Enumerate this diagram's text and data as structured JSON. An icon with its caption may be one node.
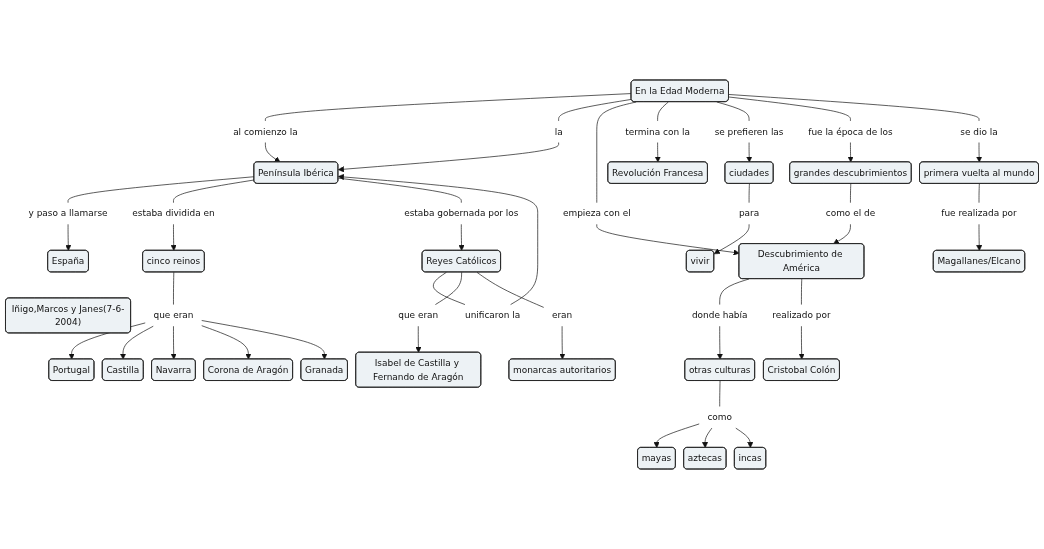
{
  "diagram": {
    "nodes": [
      {
        "text": [
          "En la Edad Moderna"
        ]
      },
      {
        "text": [
          "se prefieren las"
        ]
      },
      {
        "text": [
          "al comienzo la"
        ]
      },
      {
        "text": [
          "fue la época de los"
        ]
      },
      {
        "text": [
          "ciudades"
        ]
      },
      {
        "text": [
          "empieza con el"
        ]
      },
      {
        "text": [
          "para"
        ]
      },
      {
        "text": [
          "Península Ibérica"
        ]
      },
      {
        "text": [
          "vivir"
        ]
      },
      {
        "text": [
          "se dio la"
        ]
      },
      {
        "text": [
          "la"
        ]
      },
      {
        "text": [
          "termina con la"
        ]
      },
      {
        "text": [
          "grandes descubrimientos"
        ]
      },
      {
        "text": [
          "y paso a llamarse"
        ]
      },
      {
        "text": [
          "unificaron la"
        ]
      },
      {
        "text": [
          "como el de"
        ]
      },
      {
        "text": [
          "Descubrimiento de América"
        ]
      },
      {
        "text": [
          "estaba dividida en"
        ]
      },
      {
        "text": [
          "España"
        ]
      },
      {
        "text": [
          "primera vuelta al mundo"
        ]
      },
      {
        "text": [
          "Revolución Francesa"
        ]
      },
      {
        "text": [
          "estaba gobernada por los"
        ]
      },
      {
        "text": [
          "cinco reinos"
        ]
      },
      {
        "text": [
          "donde había"
        ]
      },
      {
        "text": [
          "fue realizada por"
        ]
      },
      {
        "text": [
          "que eran"
        ]
      },
      {
        "text": [
          "Portugal"
        ]
      },
      {
        "text": [
          "otras culturas"
        ]
      },
      {
        "text": [
          "Reyes Católicos"
        ]
      },
      {
        "text": [
          "Castilla"
        ]
      },
      {
        "text": [
          "Granada"
        ]
      },
      {
        "text": [
          "como"
        ]
      },
      {
        "text": [
          "Magallanes/Elcano"
        ]
      },
      {
        "text": [
          "eran"
        ]
      },
      {
        "text": [
          "que eran"
        ]
      },
      {
        "text": [
          "Corona de Aragón"
        ]
      },
      {
        "text": [
          "monarcas autoritarios"
        ]
      },
      {
        "text": [
          "Navarra"
        ]
      },
      {
        "text": [
          "mayas"
        ]
      },
      {
        "text": [
          "aztecas"
        ]
      },
      {
        "text": [
          "incas"
        ]
      },
      {
        "text": [
          "Isabel de Castilla y Fernando de Aragón"
        ]
      },
      {
        "text": [
          "realizado por"
        ]
      },
      {
        "text": [
          "Cristobal Colón"
        ]
      },
      {
        "text": [
          "Iñigo,Marcos y Janes(7-6-2004)"
        ]
      }
    ],
    "edges": [
      {
        "from": 0,
        "to": 2,
        "arrow": "none"
      },
      {
        "from": 2,
        "to": 7,
        "arrow": "to"
      },
      {
        "from": 0,
        "to": 10,
        "arrow": "none"
      },
      {
        "from": 10,
        "to": 7,
        "arrow": "to"
      },
      {
        "from": 0,
        "to": 5,
        "arrow": "none"
      },
      {
        "from": 5,
        "to": 16,
        "arrow": "to"
      },
      {
        "from": 0,
        "to": 11,
        "arrow": "none"
      },
      {
        "from": 11,
        "to": 20,
        "arrow": "to"
      },
      {
        "from": 0,
        "to": 1,
        "arrow": "none"
      },
      {
        "from": 1,
        "to": 4,
        "arrow": "to"
      },
      {
        "from": 0,
        "to": 3,
        "arrow": "none"
      },
      {
        "from": 3,
        "to": 12,
        "arrow": "to"
      },
      {
        "from": 0,
        "to": 9,
        "arrow": "none"
      },
      {
        "from": 9,
        "to": 19,
        "arrow": "to"
      },
      {
        "from": 4,
        "to": 6,
        "arrow": "none"
      },
      {
        "from": 6,
        "to": 8,
        "arrow": "to"
      },
      {
        "from": 7,
        "to": 13,
        "arrow": "none"
      },
      {
        "from": 13,
        "to": 18,
        "arrow": "to"
      },
      {
        "from": 7,
        "to": 17,
        "arrow": "none"
      },
      {
        "from": 17,
        "to": 22,
        "arrow": "to"
      },
      {
        "from": 7,
        "to": 21,
        "arrow": "none"
      },
      {
        "from": 21,
        "to": 28,
        "arrow": "to"
      },
      {
        "from": 28,
        "to": 14,
        "arrow": "none"
      },
      {
        "from": 14,
        "to": 7,
        "arrow": "to"
      },
      {
        "from": 12,
        "to": 15,
        "arrow": "none"
      },
      {
        "from": 15,
        "to": 16,
        "arrow": "to"
      },
      {
        "from": 16,
        "to": 23,
        "arrow": "none"
      },
      {
        "from": 23,
        "to": 27,
        "arrow": "to"
      },
      {
        "from": 16,
        "to": 42,
        "arrow": "none"
      },
      {
        "from": 42,
        "to": 43,
        "arrow": "to"
      },
      {
        "from": 22,
        "to": 25,
        "arrow": "none"
      },
      {
        "from": 25,
        "to": 26,
        "arrow": "to"
      },
      {
        "from": 25,
        "to": 29,
        "arrow": "to"
      },
      {
        "from": 25,
        "to": 37,
        "arrow": "to"
      },
      {
        "from": 25,
        "to": 35,
        "arrow": "to"
      },
      {
        "from": 25,
        "to": 30,
        "arrow": "to"
      },
      {
        "from": 27,
        "to": 31,
        "arrow": "none"
      },
      {
        "from": 31,
        "to": 38,
        "arrow": "to"
      },
      {
        "from": 31,
        "to": 39,
        "arrow": "to"
      },
      {
        "from": 31,
        "to": 40,
        "arrow": "to"
      },
      {
        "from": 28,
        "to": 34,
        "arrow": "none"
      },
      {
        "from": 34,
        "to": 41,
        "arrow": "to"
      },
      {
        "from": 28,
        "to": 33,
        "arrow": "none"
      },
      {
        "from": 33,
        "to": 36,
        "arrow": "to"
      },
      {
        "from": 19,
        "to": 24,
        "arrow": "none"
      },
      {
        "from": 24,
        "to": 32,
        "arrow": "to"
      }
    ]
  }
}
